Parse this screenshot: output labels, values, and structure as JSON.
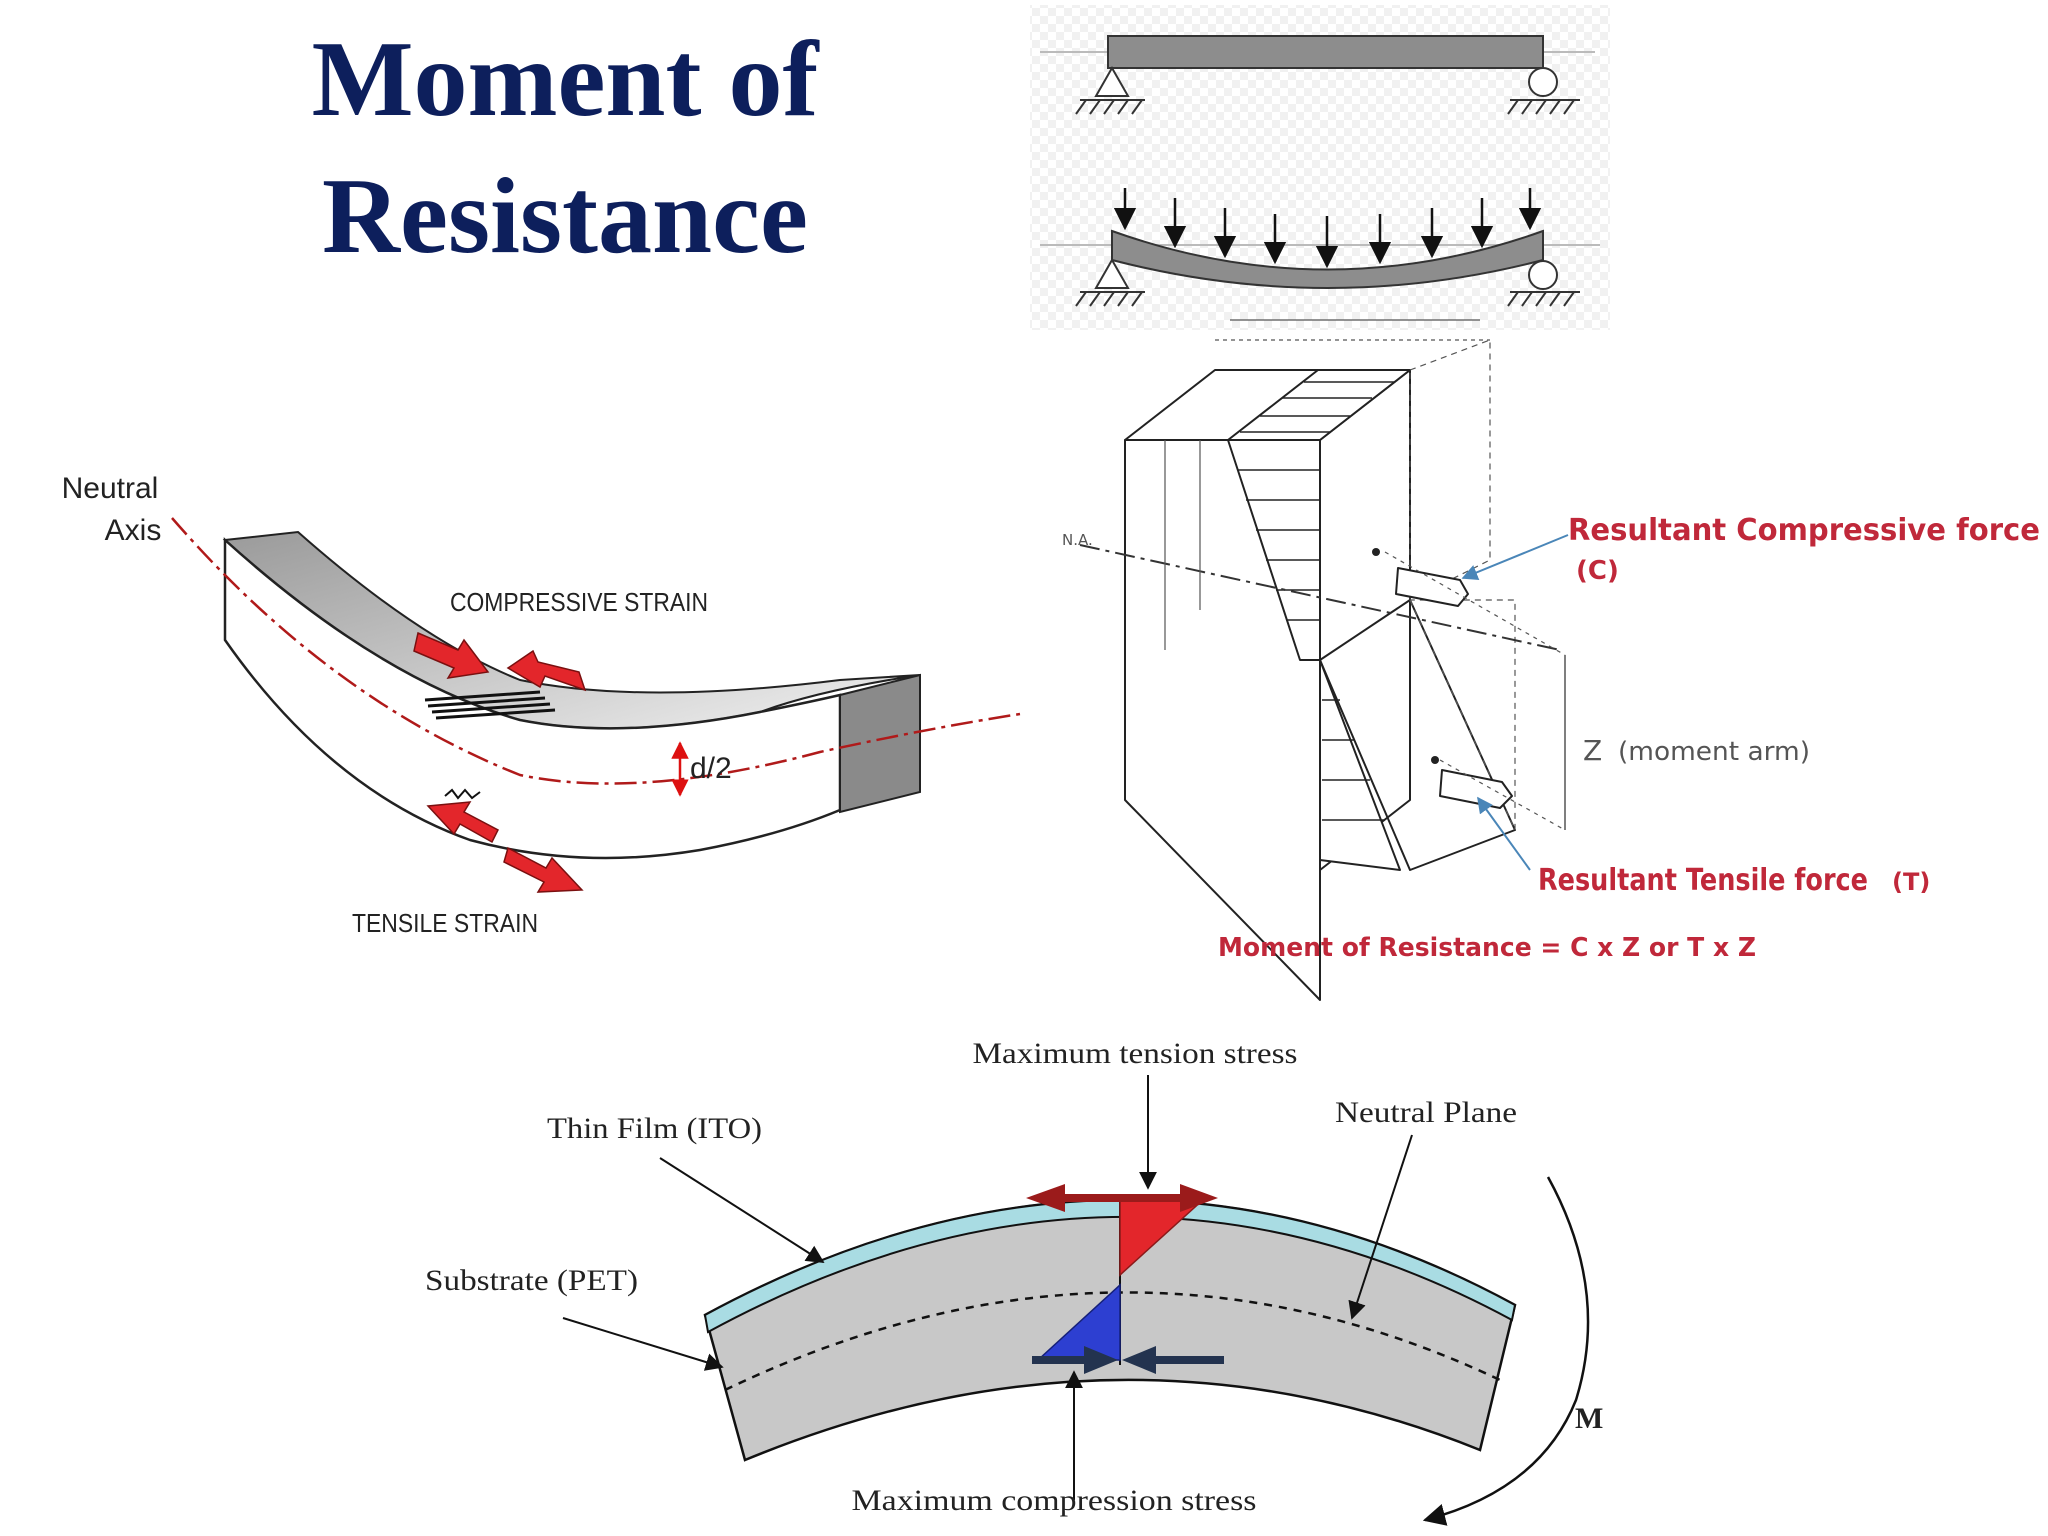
{
  "title": {
    "line1": "Moment of",
    "line2": "Resistance"
  },
  "strain_diagram": {
    "neutral_axis_line1": "Neutral",
    "neutral_axis_line2": "Axis",
    "compressive_strain": "COMPRESSIVE STRAIN",
    "tensile_strain": "TENSILE STRAIN",
    "depth_label": "d/2"
  },
  "force_diagram": {
    "na_label": "N.A.",
    "compressive_force": "Resultant Compressive force",
    "compressive_symbol": "(C)",
    "moment_arm_symbol": "Z",
    "moment_arm_text": "(moment arm)",
    "tensile_force": "Resultant Tensile force",
    "tensile_symbol": "(T)",
    "formula": "Moment of Resistance = C x Z  or  T x Z"
  },
  "stress_diagram": {
    "max_tension": "Maximum tension stress",
    "thin_film": "Thin Film (ITO)",
    "neutral_plane": "Neutral Plane",
    "substrate": "Substrate (PET)",
    "moment": "M",
    "max_compression": "Maximum compression stress"
  },
  "colors": {
    "title": "#0d1f5c",
    "red_label": "#c0283a",
    "arrow_red": "#e3262b",
    "dark_red": "#9b1b1b",
    "blue": "#2d3fd1",
    "navy": "#23334f",
    "film": "#a9dce3",
    "beam_gray": "#c8c8c8"
  }
}
